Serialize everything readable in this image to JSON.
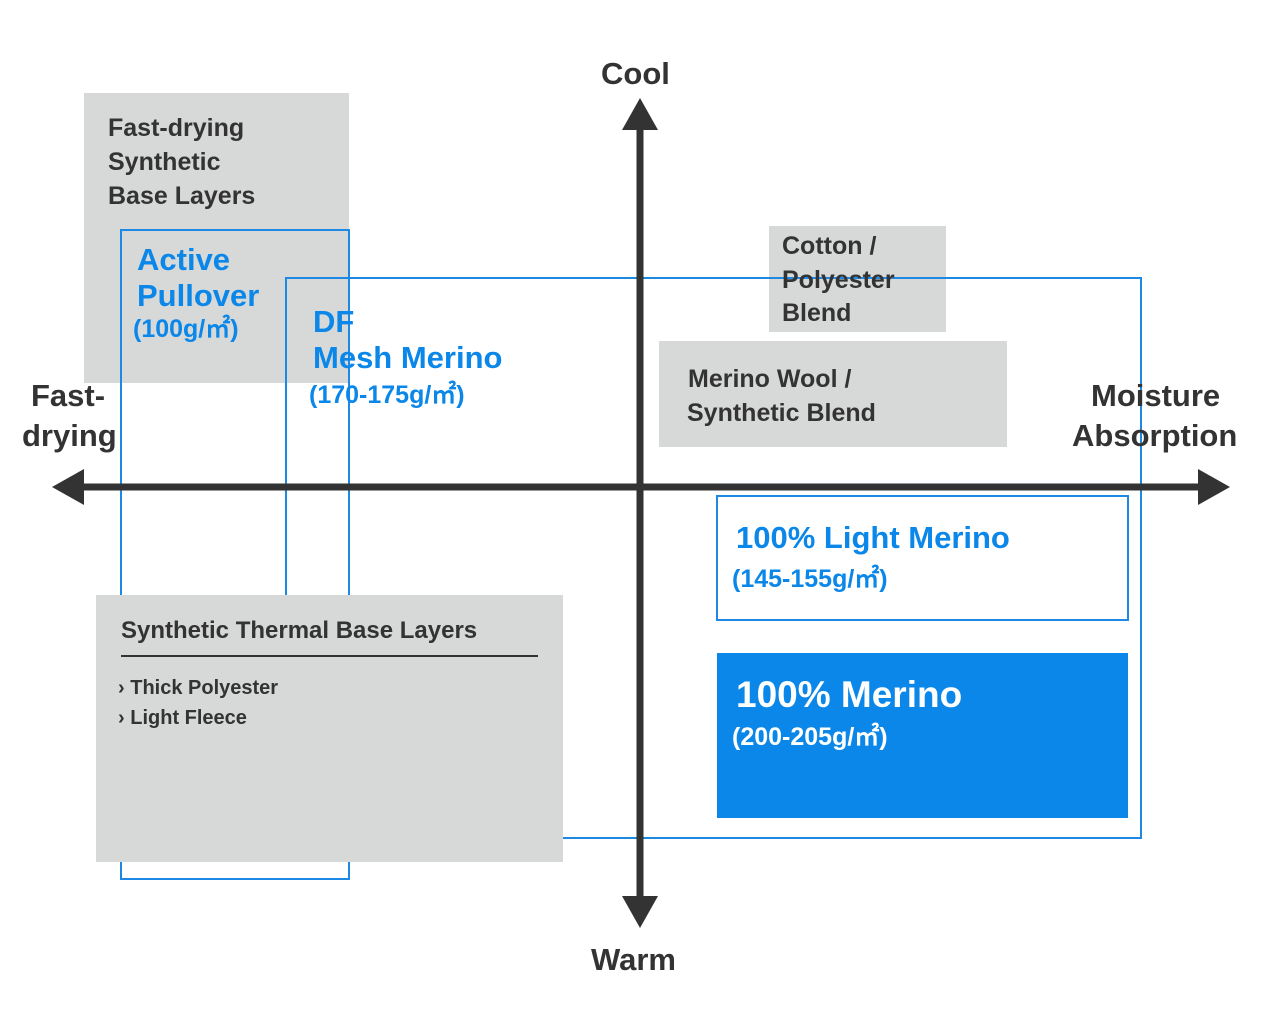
{
  "axes": {
    "top": "Cool",
    "bottom": "Warm",
    "left_line1": "Fast-",
    "left_line2": "drying",
    "right_line1": "Moisture",
    "right_line2": "Absorption"
  },
  "categories": {
    "fast_drying_synthetic": [
      "Fast-drying",
      "Synthetic",
      "Base Layers"
    ],
    "cotton_poly": [
      "Cotton /",
      "Polyester",
      "Blend"
    ],
    "merino_wool_blend": [
      "Merino Wool /",
      "Synthetic Blend"
    ],
    "synthetic_thermal": {
      "title": "Synthetic Thermal Base Layers",
      "items": [
        "Thick Polyester",
        "Light Fleece"
      ]
    }
  },
  "products": {
    "active_pullover": {
      "name1": "Active",
      "name2": "Pullover",
      "weight": "(100g/㎡)"
    },
    "df_mesh_merino": {
      "name1": "DF",
      "name2": "Mesh Merino",
      "weight": "(170-175g/㎡)"
    },
    "light_merino": {
      "name": "100% Light Merino",
      "weight": "(145-155g/㎡)"
    },
    "merino": {
      "name": "100% Merino",
      "weight": "(200-205g/㎡)"
    }
  },
  "colors": {
    "accent_blue": "#0a87e8",
    "grey_box": "#d7d8d8",
    "axis": "#333333"
  }
}
